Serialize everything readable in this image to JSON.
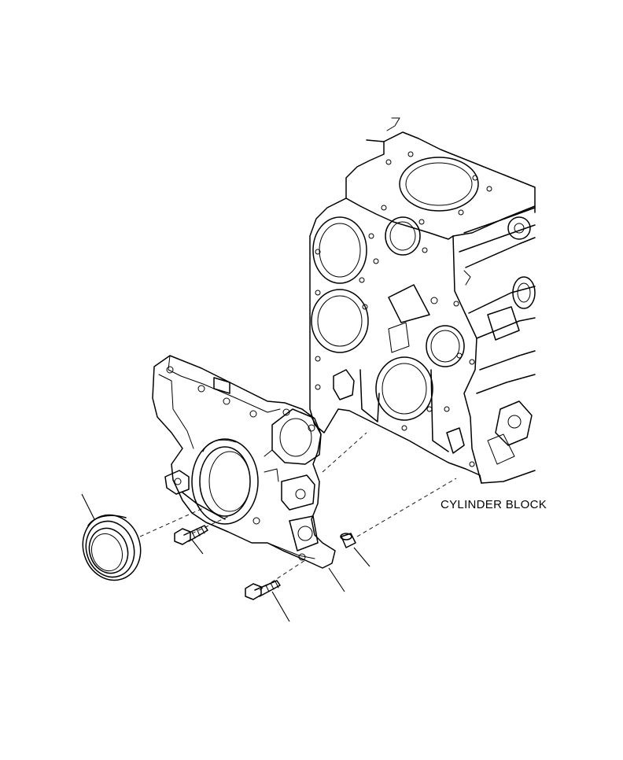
{
  "labels": {
    "cylinder_block": "CYLINDER BLOCK"
  },
  "parts": [
    {
      "id": "cylinder-block",
      "icon": "cylinder-block-drawing"
    },
    {
      "id": "front-cover",
      "icon": "front-cover-drawing"
    },
    {
      "id": "oil-seal",
      "icon": "oil-seal-drawing"
    },
    {
      "id": "short-bolt",
      "icon": "bolt-drawing"
    },
    {
      "id": "long-bolt",
      "icon": "bolt-drawing"
    },
    {
      "id": "dowel-pin",
      "icon": "dowel-pin-drawing"
    }
  ],
  "colors": {
    "line": "#000000",
    "background": "#ffffff"
  }
}
